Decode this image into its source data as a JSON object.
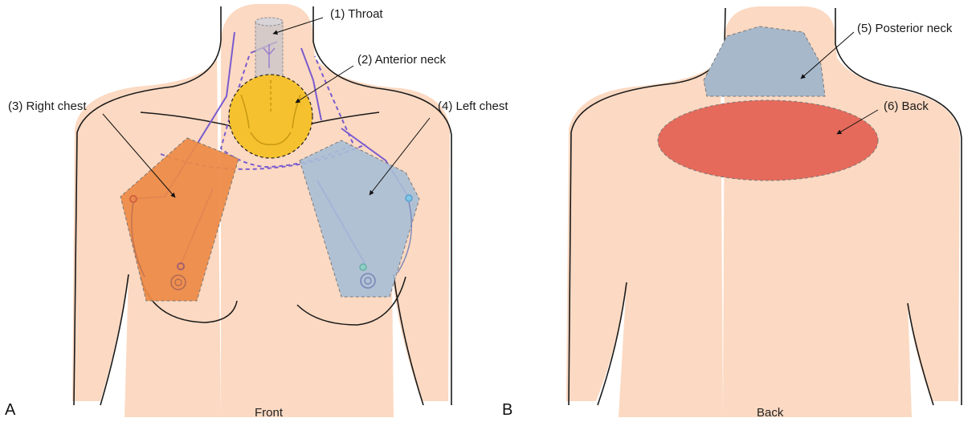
{
  "panels": {
    "front": {
      "letter": "A",
      "caption": "Front"
    },
    "back": {
      "letter": "B",
      "caption": "Back"
    }
  },
  "regions": [
    {
      "key": "throat",
      "label": "(1) Throat",
      "color": "#c8c4c8"
    },
    {
      "key": "anterior_neck",
      "label": "(2) Anterior neck",
      "color": "#f5c12e"
    },
    {
      "key": "right_chest",
      "label": "(3) Right chest",
      "color": "#ed8a45"
    },
    {
      "key": "left_chest",
      "label": "(4) Left chest",
      "color": "#a9bed6"
    },
    {
      "key": "posterior_neck",
      "label": "(5) Posterior neck",
      "color": "#a7b8cb"
    },
    {
      "key": "back",
      "label": "(6) Back",
      "color": "#e56a5b"
    }
  ],
  "colors": {
    "skin": "#fcd9c2",
    "outline": "#1a1a1a",
    "vein": "#7a5ccf"
  }
}
